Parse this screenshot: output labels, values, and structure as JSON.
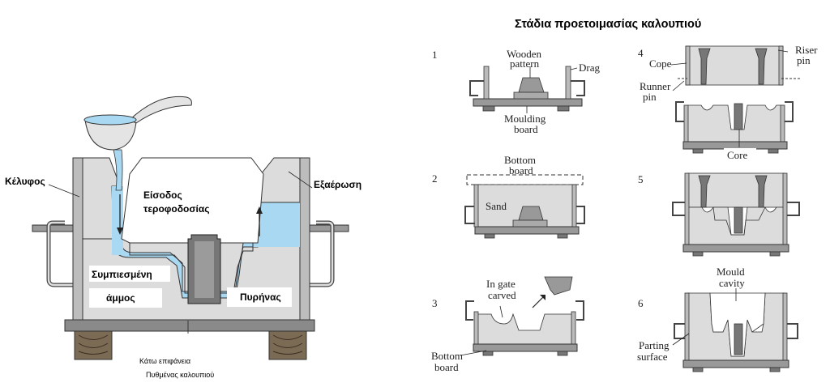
{
  "title": "Στάδια προετοιμασίας καλουπιού",
  "main_diagram": {
    "labels": {
      "shell": "Κέλυφος",
      "sprue": "Είσοδος τεροφοδοσίας",
      "sprue_line1": "Είσοδος",
      "sprue_line2": "τεροφοδοσίας",
      "vent": "Εξαέρωση",
      "sand_line1": "Συμπιεσμένη",
      "sand_line2": "άμμος",
      "core": "Πυρήνας",
      "bottom_surface": "Κάτω επιφάνεια",
      "mould_bottom": "Πυθμένας καλουπιού"
    },
    "colors": {
      "metal": "#a9d8f2",
      "sand": "#dcdcdc",
      "wood": "#8a8a8a",
      "shell": "#cfcfcf"
    }
  },
  "stages": [
    {
      "number": "1",
      "labels": [
        "Wooden",
        "pattern",
        "Drag",
        "Moulding",
        "board"
      ]
    },
    {
      "number": "2",
      "labels": [
        "Bottom",
        "board",
        "Sand"
      ]
    },
    {
      "number": "3",
      "labels": [
        "In gate",
        "carved",
        "Bottom",
        "board"
      ]
    },
    {
      "number": "4",
      "labels": [
        "Cope",
        "Riser",
        "pin",
        "Runner",
        "pin",
        "Core"
      ]
    },
    {
      "number": "5",
      "labels": []
    },
    {
      "number": "6",
      "labels": [
        "Mould",
        "cavity",
        "Parting",
        "surface"
      ]
    }
  ]
}
